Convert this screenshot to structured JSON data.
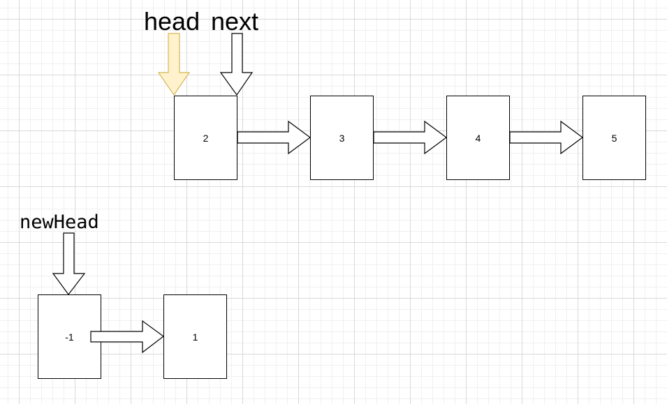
{
  "labels": {
    "head": "head",
    "next": "next",
    "new_head": "newHead"
  },
  "main_list": {
    "nodes": [
      "2",
      "3",
      "4",
      "5"
    ]
  },
  "new_list": {
    "nodes": [
      "-1",
      "1"
    ]
  },
  "colors": {
    "head_pointer_fill": "#fff2cc",
    "head_pointer_stroke": "#d6b656",
    "pointer_fill": "#ffffff",
    "stroke": "#000000"
  }
}
